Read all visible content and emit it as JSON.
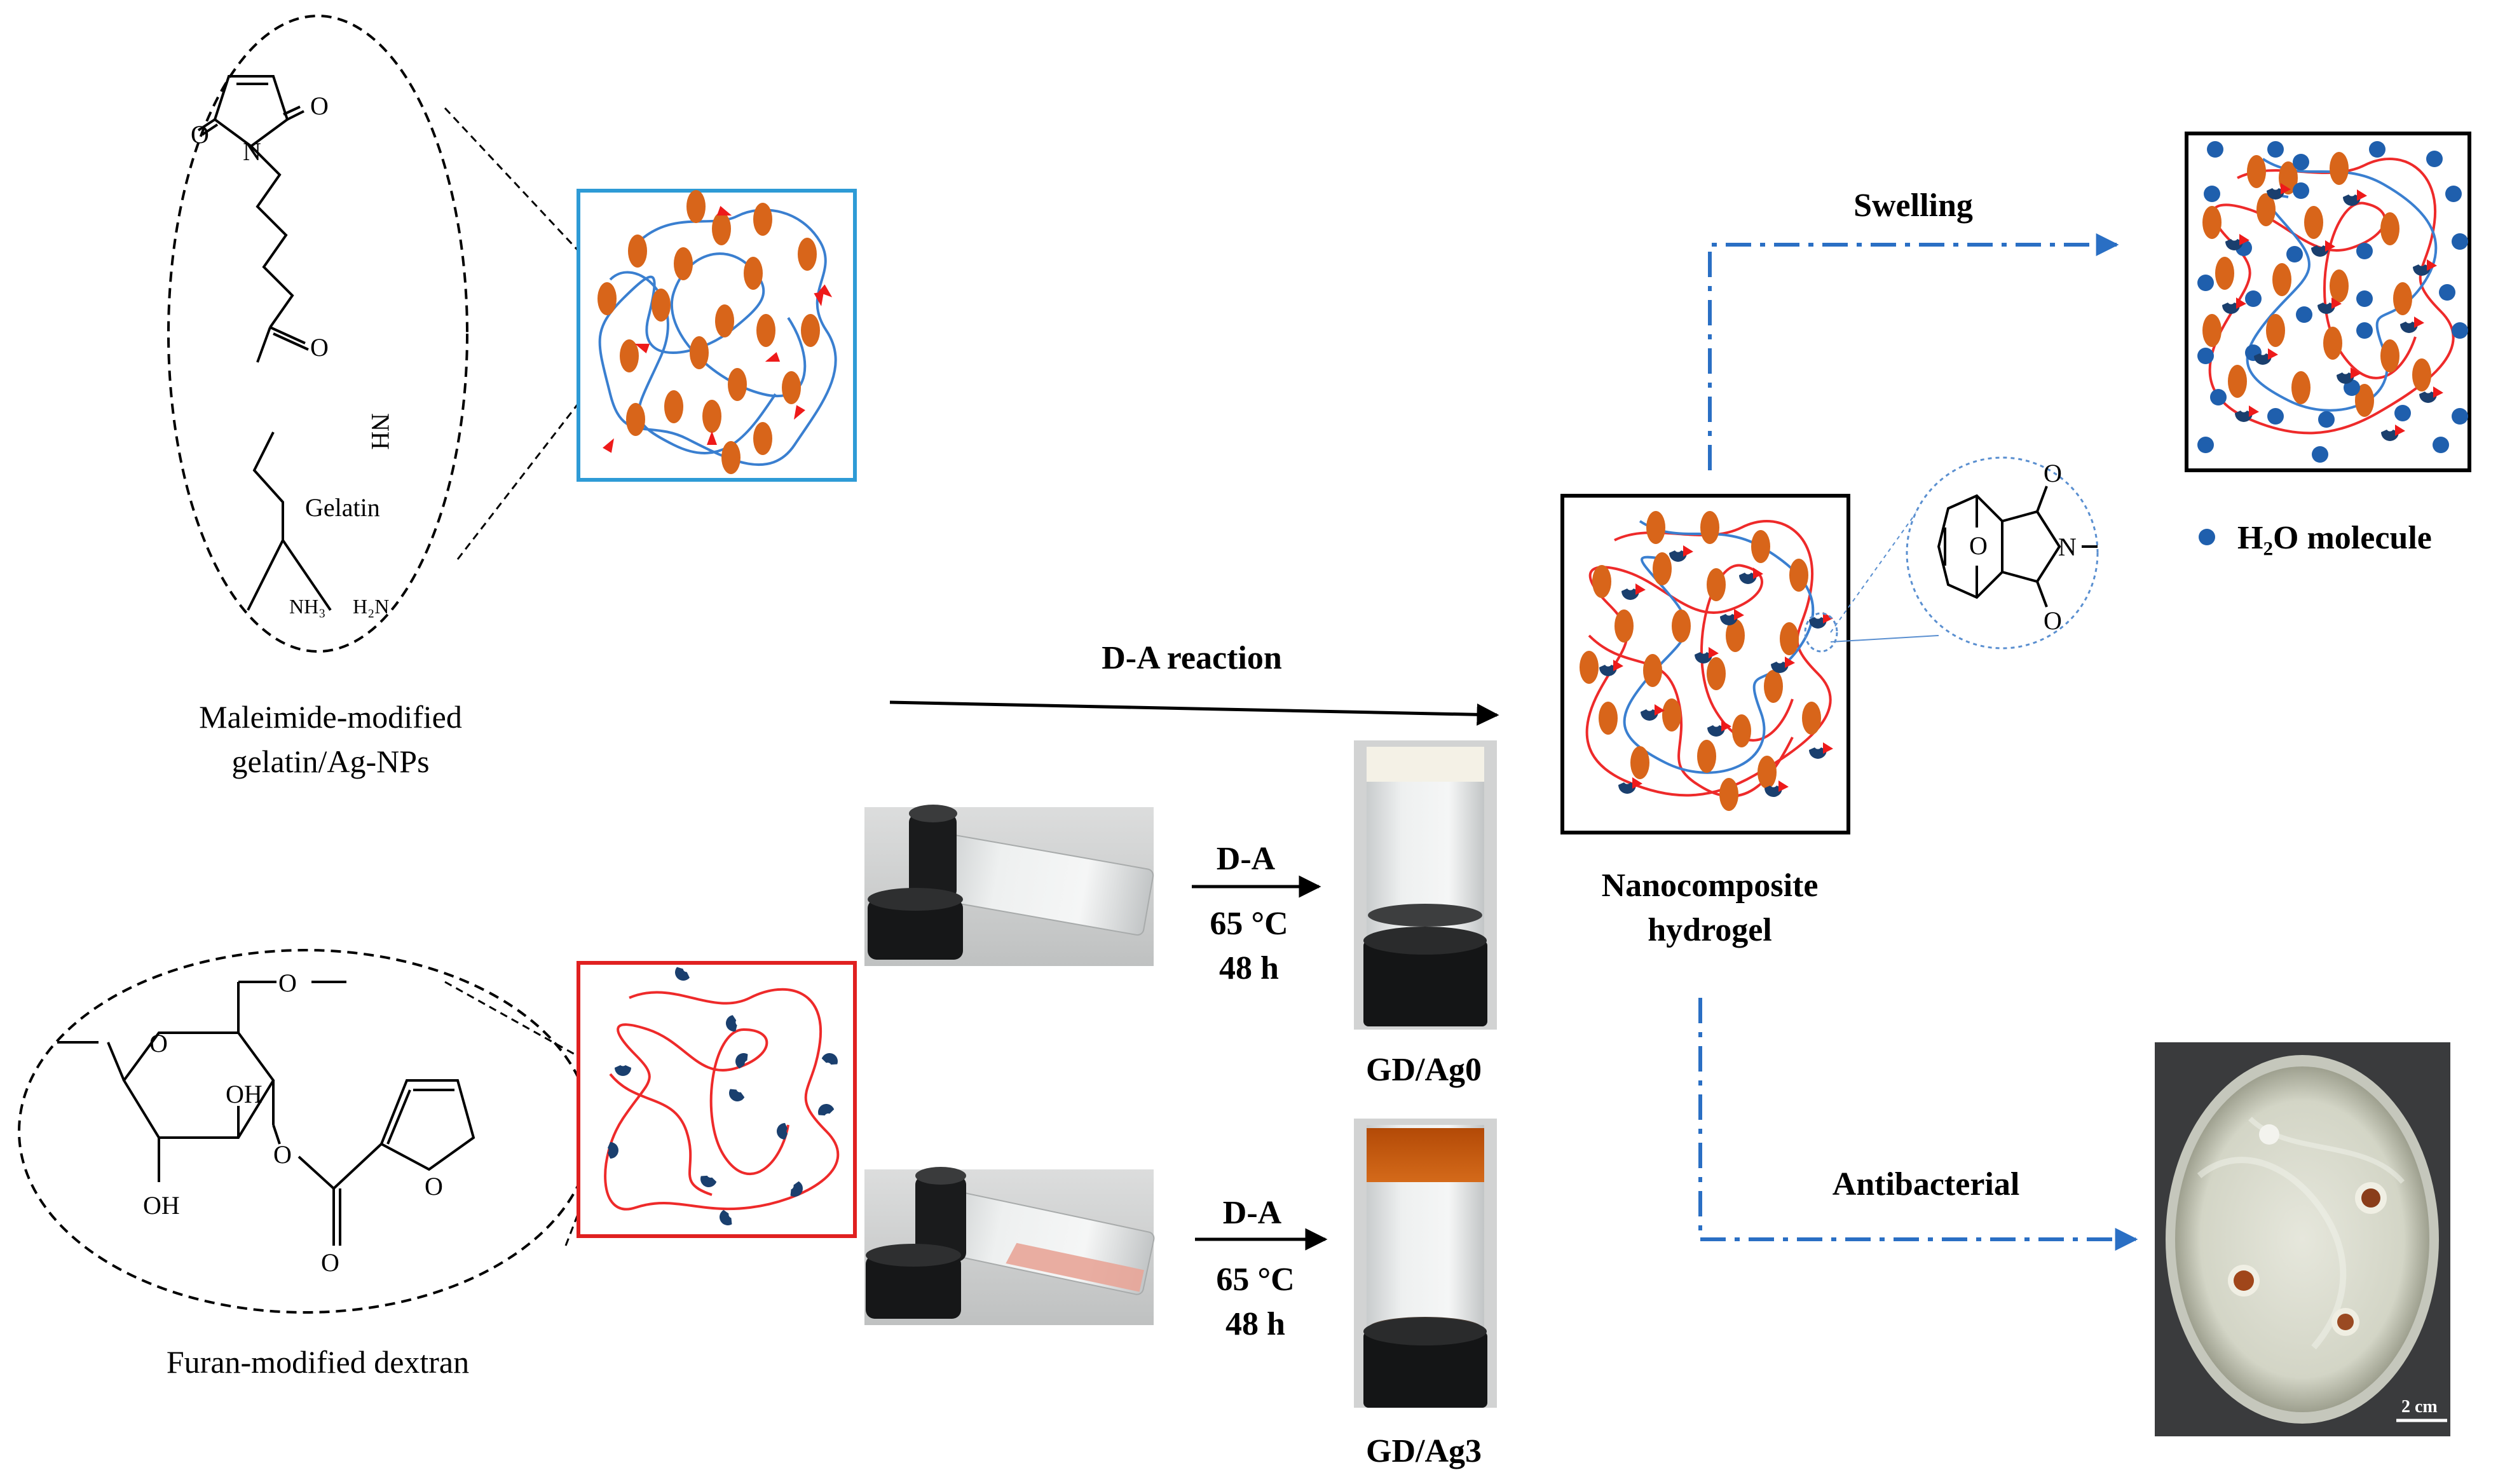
{
  "colors": {
    "gelatin_chain": "#3a7fd0",
    "dextran_chain": "#ee2a2a",
    "ag_nanoparticle": "#d8651a",
    "furan_group": "#1a3f6e",
    "maleimide_marker": "#ee1a1a",
    "water": "#1f5fad",
    "arrow_dash": "#2a6fc4",
    "gelatin_box": "#2e9bd6",
    "dextran_box": "#e02020"
  },
  "gelatin": {
    "label_line1": "Maleimide-modified",
    "label_line2": "gelatin/Ag-NPs",
    "structure": {
      "gelatin_text": "Gelatin",
      "atom_n": "N",
      "atom_o": "O",
      "nh": "NH",
      "nh3": "NH₃",
      "h2n": "H₂N"
    }
  },
  "dextran": {
    "label": "Furan-modified  dextran",
    "structure": {
      "oh": "OH",
      "o": "O"
    }
  },
  "reaction": {
    "main_arrow_label": "D-A reaction",
    "step1": {
      "arrow_label": "D-A",
      "temperature": "65 °C",
      "time": "48 h",
      "product": "GD/Ag0"
    },
    "step2": {
      "arrow_label": "D-A",
      "temperature": "65 °C",
      "time": "48 h",
      "product": "GD/Ag3"
    }
  },
  "hydrogel": {
    "label_line1": "Nanocomposite",
    "label_line2": "hydrogel",
    "adduct": {
      "atom_o": "O",
      "atom_n": "N"
    }
  },
  "swelling": {
    "label": "Swelling",
    "legend_text": "H₂O molecule"
  },
  "antibacterial": {
    "label": "Antibacterial",
    "scale_bar": "2 cm"
  },
  "icons": [
    "ag-nanoparticle-icon",
    "furan-group-icon",
    "maleimide-marker-icon",
    "water-molecule-icon"
  ]
}
